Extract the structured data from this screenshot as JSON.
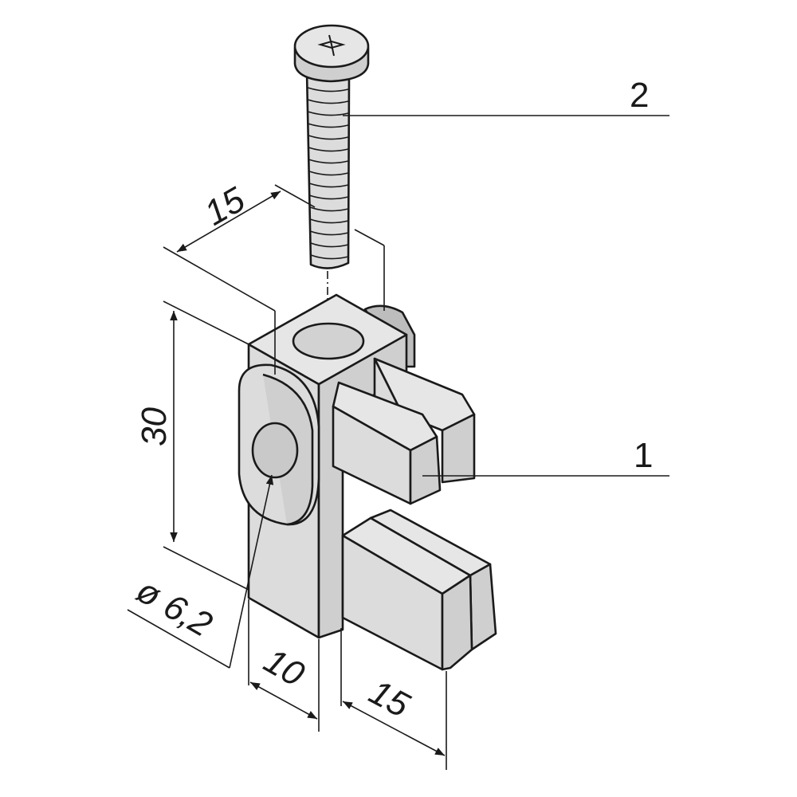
{
  "callouts": {
    "label_1": "1",
    "label_2": "2"
  },
  "dimensions": {
    "height": "30",
    "top_depth": "15",
    "bottom_width": "10",
    "bottom_depth": "15",
    "hole_diameter": "ø 6,2"
  },
  "colors": {
    "line": "#1a1a1a",
    "metal_light": "#dcdcdc",
    "metal_mid": "#cfcfcf",
    "metal_dark": "#bdbdbd",
    "background": "#ffffff"
  }
}
